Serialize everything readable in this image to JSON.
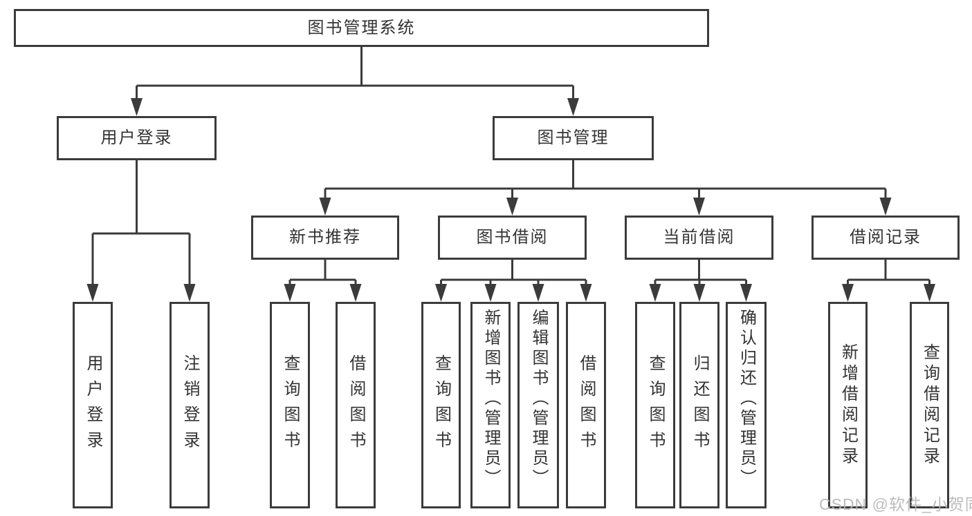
{
  "colors": {
    "line": "#3b3b3b",
    "text": "#333333",
    "watermark": "#b5b5b5",
    "background": "#ffffff"
  },
  "nodes": {
    "root": "图书管理系统",
    "user_login": "用户登录",
    "book_management": "图书管理",
    "new_book_recommend": "新书推荐",
    "book_borrowing": "图书借阅",
    "current_borrowing": "当前借阅",
    "borrowing_records": "借阅记录",
    "leaf_user_login": "用户登录",
    "leaf_logout": "注销登录",
    "leaf_nbr_query_books": "查询图书",
    "leaf_nbr_borrow_books": "借阅图书",
    "leaf_bb_query_books": "查询图书",
    "leaf_bb_add_books_admin": "新增图书（管理员）",
    "leaf_bb_edit_books_admin": "编辑图书（管理员）",
    "leaf_bb_borrow_books": "借阅图书",
    "leaf_cb_query_books": "查询图书",
    "leaf_cb_return_books": "归还图书",
    "leaf_cb_confirm_return_admin": "确认归还（管理员）",
    "leaf_br_add_record": "新增借阅记录",
    "leaf_br_query_record": "查询借阅记录"
  },
  "watermark": "CSDN @软件_小贺同学"
}
